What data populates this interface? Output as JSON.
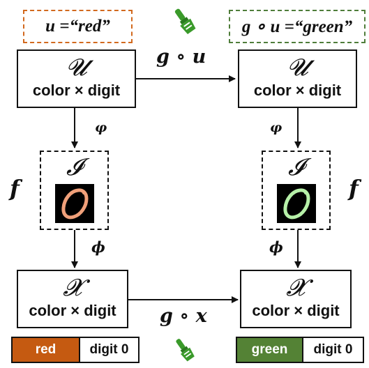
{
  "tags": {
    "left": "u =“red”",
    "right": "g ∘ u =“green”"
  },
  "nodes": {
    "u_left": {
      "symbol": "𝓤",
      "caption": "color × digit"
    },
    "u_right": {
      "symbol": "𝓤",
      "caption": "color × digit"
    },
    "i_left": {
      "symbol": "𝓘"
    },
    "i_right": {
      "symbol": "𝓘"
    },
    "x_left": {
      "symbol": "𝓧",
      "caption": "color × digit"
    },
    "x_right": {
      "symbol": "𝓧",
      "caption": "color × digit"
    }
  },
  "edges": {
    "top": "g ∘ u",
    "bottom": "g ∘ x",
    "phi_upper_left": "φ",
    "phi_upper_right": "φ",
    "phi_lower_left": "ϕ",
    "phi_lower_right": "ϕ",
    "f_left": "f",
    "f_right": "f"
  },
  "bars": {
    "left": {
      "color_label": "red",
      "digit_label": "digit 0"
    },
    "right": {
      "color_label": "green",
      "digit_label": "digit 0"
    }
  },
  "colors": {
    "tag_left_border": "#d2691e",
    "tag_right_border": "#4f7d3a",
    "red_swatch": "#c55a11",
    "green_swatch": "#548235",
    "digit_red": "#f0a07a",
    "digit_green": "#b6f0a8",
    "brush_green": "#3a9a2a"
  },
  "icons": [
    "paint-brush-icon"
  ]
}
